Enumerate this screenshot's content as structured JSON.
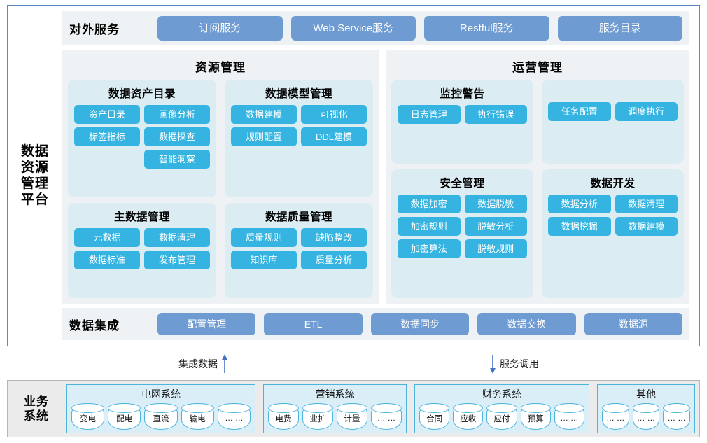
{
  "platform": {
    "label": "数据\n资源\n管理\n平台",
    "label_lines": [
      "数据",
      "资源",
      "管理",
      "平台"
    ],
    "border_color": "#5b87c4"
  },
  "external_services": {
    "title": "对外服务",
    "buttons": [
      {
        "label": "订阅服务"
      },
      {
        "label": "Web Service服务"
      },
      {
        "label": "Restful服务"
      },
      {
        "label": "服务目录"
      }
    ],
    "button_color": "#6e9bd2"
  },
  "panels": [
    {
      "name": "resource-management",
      "title": "资源管理",
      "cards": [
        {
          "name": "data-asset-catalog",
          "title": "数据资产目录",
          "pills": [
            "资产目录",
            "画像分析",
            "标签指标",
            "数据探查",
            "智能洞察"
          ]
        },
        {
          "name": "data-model-management",
          "title": "数据模型管理",
          "pills": [
            "数据建模",
            "可视化",
            "规则配置",
            "DDL建模"
          ]
        },
        {
          "name": "master-data-management",
          "title": "主数据管理",
          "pills": [
            "元数据",
            "数据清理",
            "数据标准",
            "发布管理"
          ]
        },
        {
          "name": "data-quality-management",
          "title": "数据质量管理",
          "pills": [
            "质量规则",
            "缺陷整改",
            "知识库",
            "质量分析"
          ]
        }
      ]
    },
    {
      "name": "operation-management",
      "title": "运营管理",
      "cards": [
        {
          "name": "monitoring-alert",
          "title": "监控警告",
          "pills": [
            "日志管理",
            "执行错误"
          ]
        },
        {
          "name": "task-scheduling",
          "title": "",
          "pills": [
            "任务配置",
            "调度执行"
          ]
        },
        {
          "name": "security-management",
          "title": "安全管理",
          "pills": [
            "数据加密",
            "数据脱敏",
            "加密规则",
            "脱敏分析",
            "加密算法",
            "脱敏规则"
          ]
        },
        {
          "name": "data-development",
          "title": "数据开发",
          "pills": [
            "数据分析",
            "数据清理",
            "数据挖掘",
            "数据建模"
          ]
        }
      ]
    }
  ],
  "data_integration": {
    "title": "数据集成",
    "buttons": [
      {
        "label": "配置管理"
      },
      {
        "label": "ETL"
      },
      {
        "label": "数据同步"
      },
      {
        "label": "数据交换"
      },
      {
        "label": "数据源"
      }
    ]
  },
  "connectors": [
    {
      "name": "integrate-data",
      "label": "集成数据",
      "direction": "up",
      "arrow_color": "#4472c4"
    },
    {
      "name": "service-call",
      "label": "服务调用",
      "direction": "down",
      "arrow_color": "#4472c4"
    }
  ],
  "business_systems": {
    "label_lines": [
      "业务",
      "系统"
    ],
    "groups": [
      {
        "name": "grid-system",
        "title": "电网系统",
        "items": [
          "变电",
          "配电",
          "直流",
          "输电",
          "… …"
        ]
      },
      {
        "name": "marketing-system",
        "title": "营销系统",
        "items": [
          "电费",
          "业扩",
          "计量",
          "… …"
        ]
      },
      {
        "name": "finance-system",
        "title": "财务系统",
        "items": [
          "合同",
          "应收",
          "应付",
          "预算",
          "… …"
        ]
      },
      {
        "name": "other-system",
        "title": "其他",
        "items": [
          "… …",
          "… …",
          "… …"
        ]
      }
    ]
  },
  "colors": {
    "pill": "#35b4e2",
    "service_button": "#6e9bd2",
    "card_bg": "#dbedf3",
    "panel_bg": "#eef2f4",
    "strip_bg": "#eff2f4",
    "business_bg": "#ebebeb",
    "business_group_bg": "#d9eef6",
    "business_group_border": "#4db5dd"
  }
}
